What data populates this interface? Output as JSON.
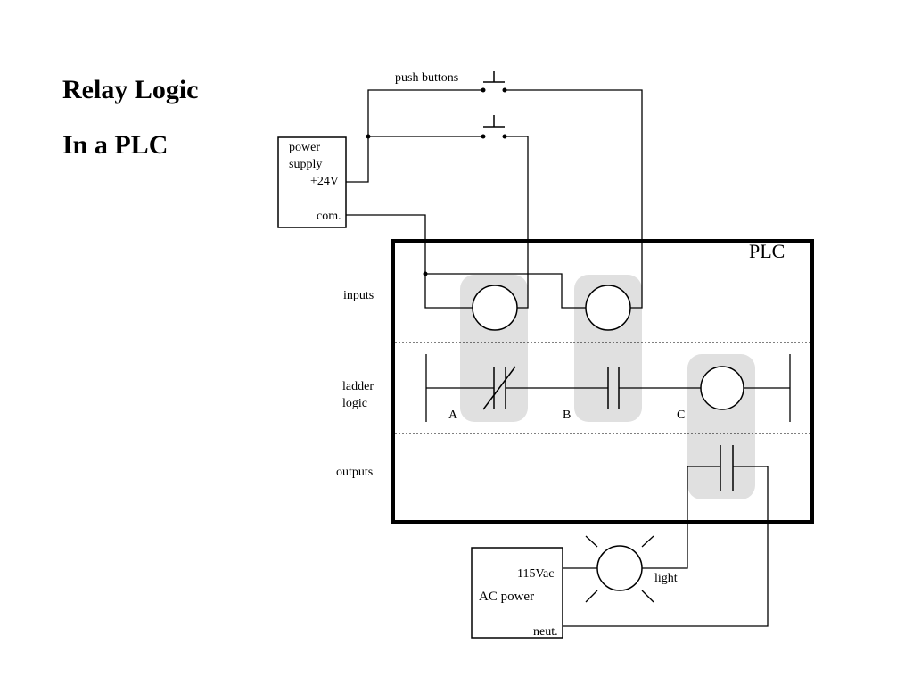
{
  "slide": {
    "title_line1": "Relay Logic",
    "title_line2": "In a PLC"
  },
  "diagram": {
    "push_buttons_label": "push buttons",
    "power_supply_line1": "power",
    "power_supply_line2": "supply",
    "power_supply_plus": "+24V",
    "power_supply_com": "com.",
    "plc_label": "PLC",
    "section_inputs": "inputs",
    "section_ladder_line1": "ladder",
    "section_ladder_line2": "logic",
    "section_outputs": "outputs",
    "contact_a": "A",
    "contact_b": "B",
    "coil_c": "C",
    "ac_voltage": "115Vac",
    "ac_power": "AC power",
    "ac_neutral": "neut.",
    "light_label": "light",
    "highlight_color": "#e0e0e0"
  }
}
